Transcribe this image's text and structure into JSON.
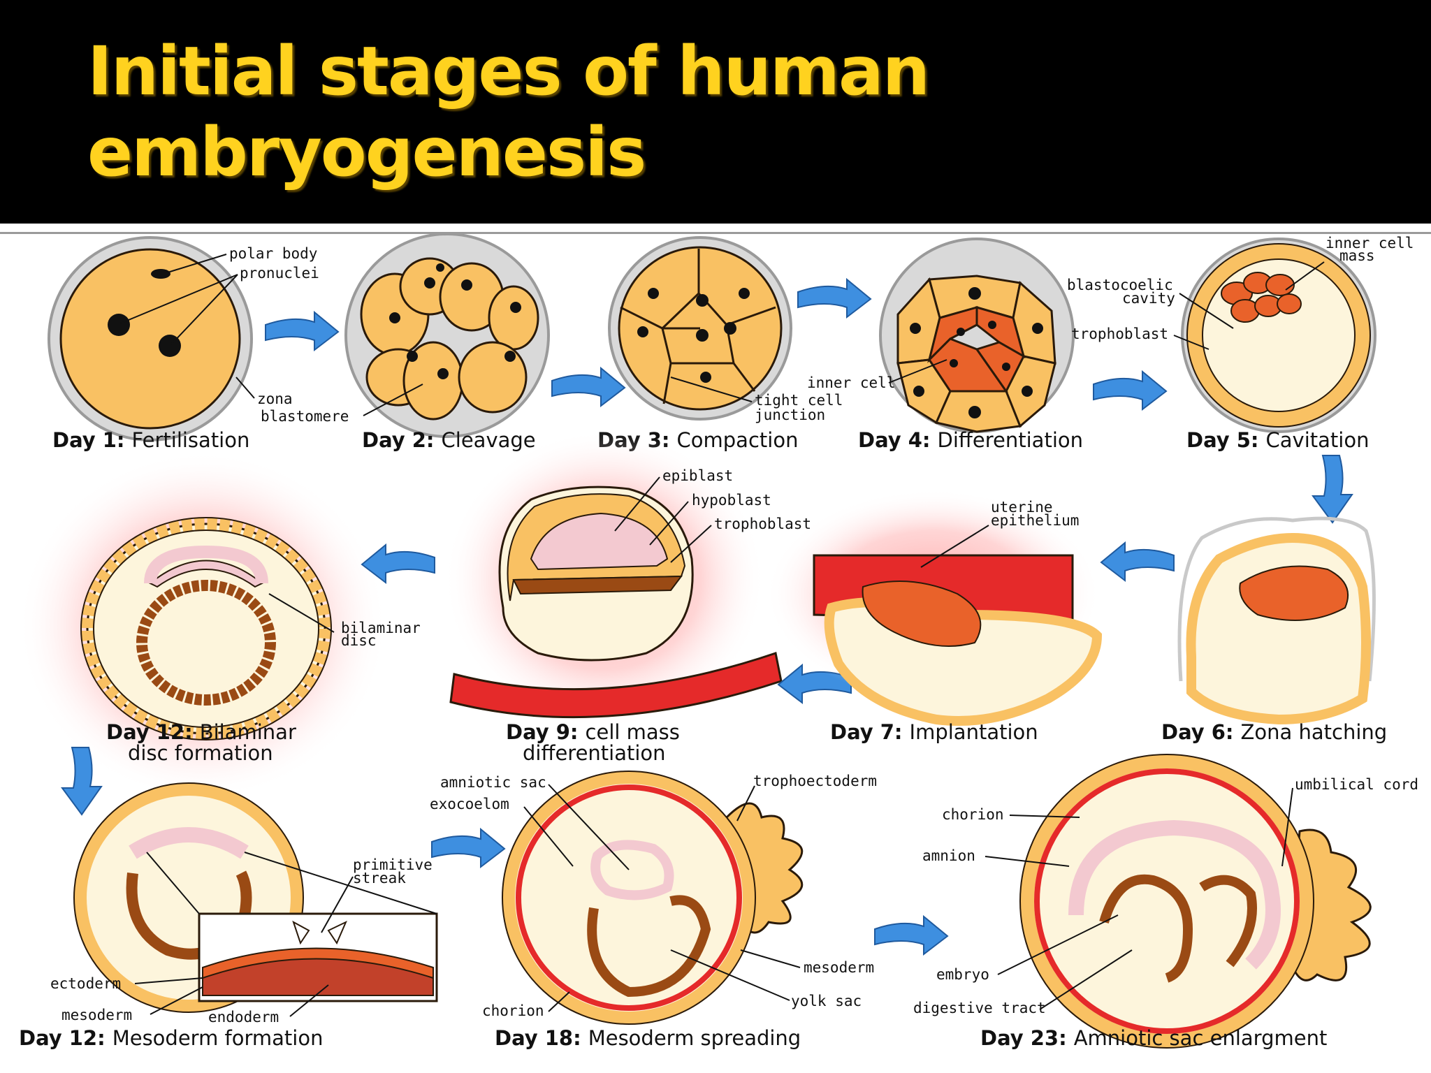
{
  "slide": {
    "title_line1": "Initial stages of human",
    "title_line2": "embryogenesis"
  },
  "stages": {
    "day1": {
      "day": "Day 1:",
      "name": "Fertilisation"
    },
    "day2": {
      "day": "Day 2:",
      "name": "Cleavage"
    },
    "day3": {
      "day": "Day 3:",
      "name": "Compaction"
    },
    "day4": {
      "day": "Day 4:",
      "name": "Differentiation"
    },
    "day5": {
      "day": "Day 5:",
      "name": "Cavitation"
    },
    "day6": {
      "day": "Day 6:",
      "name": "Zona hatching"
    },
    "day7": {
      "day": "Day 7:",
      "name": "Implantation"
    },
    "day9": {
      "day": "Day 9:",
      "name": "cell mass",
      "name2": "differentiation"
    },
    "day12a": {
      "day": "Day 12:",
      "name": "Bilaminar",
      "name2": "disc formation"
    },
    "day12b": {
      "day": "Day 12:",
      "name": "Mesoderm formation"
    },
    "day18": {
      "day": "Day 18:",
      "name": "Mesoderm spreading"
    },
    "day23": {
      "day": "Day 23:",
      "name": "Amniotic sac enlargment"
    }
  },
  "labels": {
    "polar_body": "polar body",
    "pronuclei": "pronuclei",
    "zona": "zona",
    "blastomere": "blastomere",
    "tight_cell": "tight cell",
    "junction": "junction",
    "inner_cell": "inner cell",
    "inner_cell_mass_1": "inner cell",
    "inner_cell_mass_2": "mass",
    "blastocoelic_1": "blastocoelic",
    "blastocoelic_2": "cavity",
    "trophoblast": "trophoblast",
    "epiblast": "epiblast",
    "hypoblast": "hypoblast",
    "trophoblast_9": "trophoblast",
    "uterine_1": "uterine",
    "uterine_2": "epithelium",
    "bilaminar_1": "bilaminar",
    "bilaminar_2": "disc",
    "primitive_1": "primitive",
    "primitive_2": "streak",
    "ectoderm": "ectoderm",
    "mesoderm_12": "mesoderm",
    "endoderm": "endoderm",
    "amniotic_sac": "amniotic sac",
    "exocoelom": "exocoelom",
    "trophoectoderm": "trophoectoderm",
    "mesoderm_18": "mesoderm",
    "yolk_sac": "yolk sac",
    "chorion_18": "chorion",
    "chorion_23": "chorion",
    "amnion": "amnion",
    "umbilical_cord": "umbilical cord",
    "embryo": "embryo",
    "digestive_tract": "digestive tract"
  },
  "colors": {
    "title": "#ffd21f",
    "cell_fill": "#f9c163",
    "cell_stroke": "#2a1a0a",
    "inner_mass": "#e9622a",
    "zona": "#d7d7d7",
    "cavity": "#fdf5dc",
    "arrow": "#3e8fe0",
    "uterine": "#e52a2a",
    "hypoblast": "#9a4a14",
    "epiblast": "#f3c9d0",
    "glow": "#ff9a9a"
  }
}
